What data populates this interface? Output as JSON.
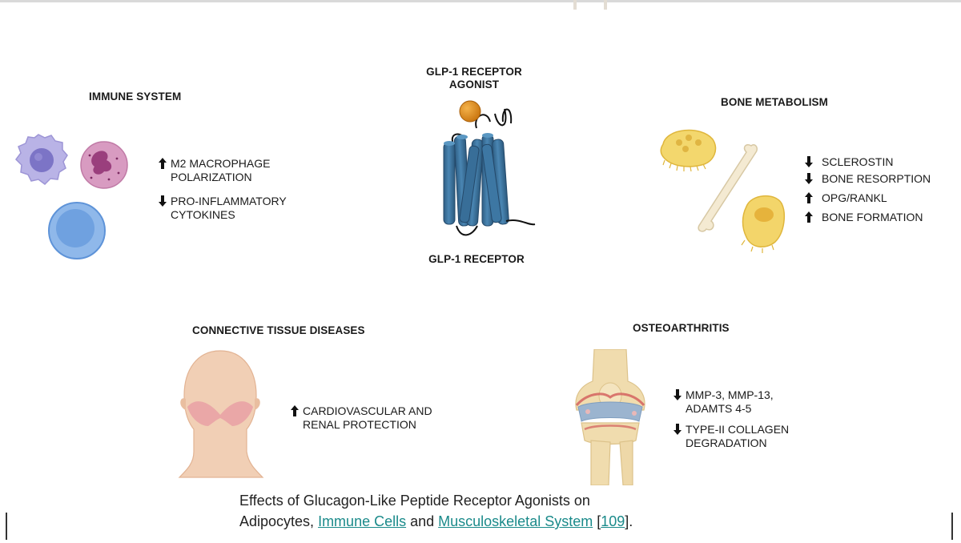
{
  "diagram": {
    "center": {
      "agonist_heading": [
        "GLP-1 RECEPTOR",
        "AGONIST"
      ],
      "receptor_label": "GLP-1 RECEPTOR"
    },
    "immune": {
      "heading": "IMMUNE SYSTEM",
      "effects": [
        {
          "direction": "up",
          "lines": [
            "M2 MACROPHAGE",
            "POLARIZATION"
          ]
        },
        {
          "direction": "down",
          "lines": [
            "PRO-INFLAMMATORY",
            "CYTOKINES"
          ]
        }
      ]
    },
    "bone": {
      "heading": "BONE METABOLISM",
      "effects": [
        {
          "direction": "down",
          "lines": [
            "SCLEROSTIN"
          ]
        },
        {
          "direction": "down",
          "lines": [
            "BONE RESORPTION"
          ]
        },
        {
          "direction": "up",
          "lines": [
            "OPG/RANKL"
          ]
        },
        {
          "direction": "up",
          "lines": [
            "BONE FORMATION"
          ]
        }
      ]
    },
    "connective": {
      "heading": "CONNECTIVE TISSUE DISEASES",
      "effects": [
        {
          "direction": "up",
          "lines": [
            "CARDIOVASCULAR AND",
            "RENAL PROTECTION"
          ]
        }
      ]
    },
    "osteoarthritis": {
      "heading": "OSTEOARTHRITIS",
      "effects": [
        {
          "direction": "down",
          "lines": [
            "MMP-3, MMP-13,",
            "ADAMTS 4-5"
          ]
        },
        {
          "direction": "down",
          "lines": [
            "TYPE-II COLLAGEN",
            "DEGRADATION"
          ]
        }
      ]
    }
  },
  "caption": {
    "line1": "Effects of Glucagon-Like Peptide Receptor Agonists on",
    "line2_a": "Adipocytes, ",
    "link1": "Immune Cells",
    "line2_b": " and ",
    "link2": "Musculoskeletal System",
    "line2_c": " [",
    "ref": "109",
    "line2_d": "]."
  },
  "colors": {
    "receptor": "#3a6f96",
    "agonist": "#d98a1f",
    "link": "#1a8a8a"
  }
}
